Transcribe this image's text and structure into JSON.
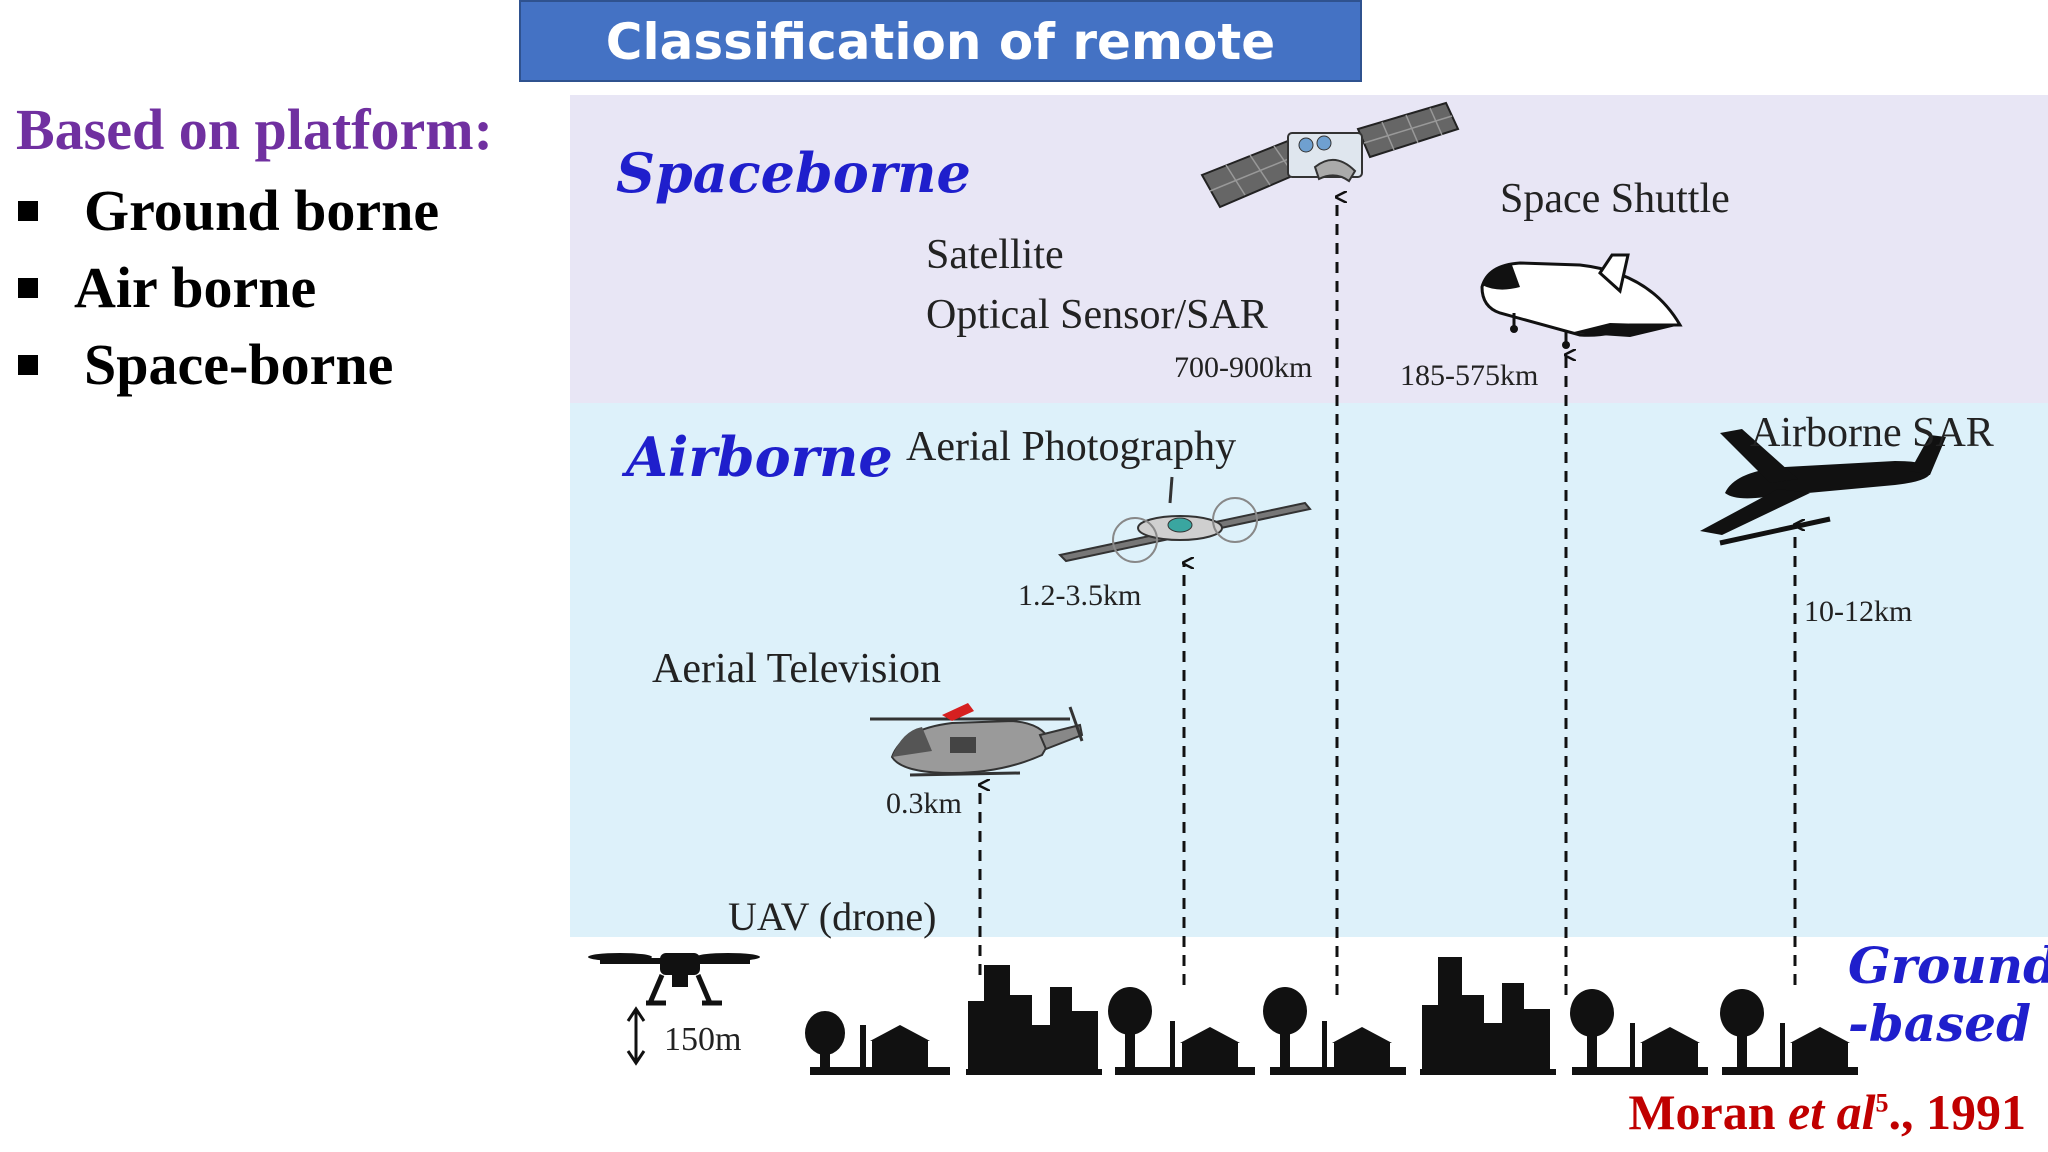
{
  "slide": {
    "title": "Classification of remote sensing",
    "heading": "Based on platform:",
    "bullets": [
      "Ground borne",
      "Air borne",
      "Space-borne"
    ]
  },
  "diagram": {
    "categories": {
      "spaceborne": "Spaceborne",
      "airborne": "Airborne",
      "ground": [
        "Ground",
        "-based"
      ]
    },
    "platforms": {
      "satellite": {
        "label1": "Satellite",
        "label2": "Optical Sensor/SAR",
        "altitude": "700-900km"
      },
      "shuttle": {
        "label": "Space Shuttle",
        "altitude": "185-575km"
      },
      "aerial_photo": {
        "label": "Aerial Photography",
        "altitude": "1.2-3.5km"
      },
      "airborne_sar": {
        "label": "Airborne SAR",
        "altitude": "10-12km"
      },
      "aerial_tv": {
        "label": "Aerial Television",
        "altitude": "0.3km"
      },
      "uav": {
        "label": "UAV (drone)",
        "altitude": "150m"
      }
    },
    "colors": {
      "space_band": "#E8E6F5",
      "air_band": "#DDF1FA",
      "category_text": "#1F1FCC"
    }
  },
  "citation": {
    "author": "Moran ",
    "etal": "et al",
    "page": "5",
    "year": "., 1991"
  }
}
